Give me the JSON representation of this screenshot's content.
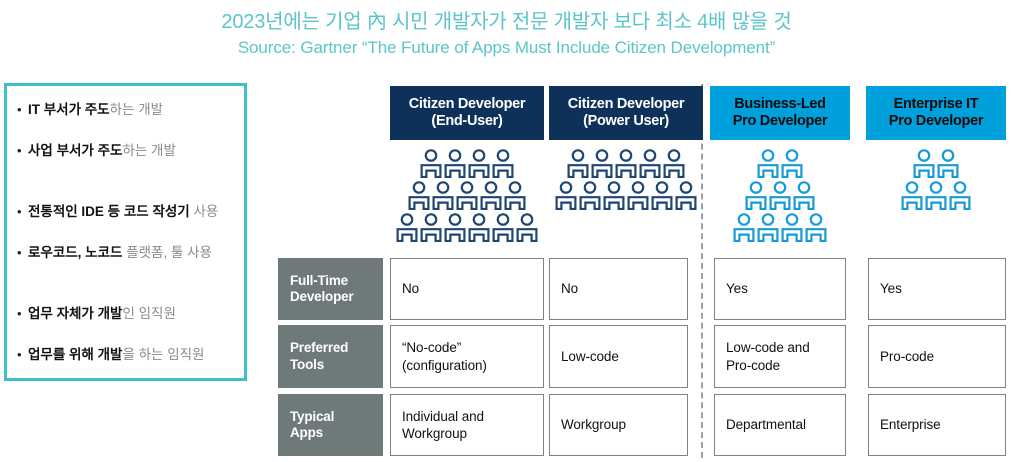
{
  "title": "2023년에는 기업 內 시민 개발자가 전문 개발자 보다 최소 4배 많을 것",
  "subtitle": "Source: Gartner “The Future of Apps Must Include Citizen Development”",
  "colors": {
    "title_teal": "#5BC5CB",
    "panel_border_teal": "#3EC0C4",
    "header_navy": "#0E3159",
    "header_blue": "#00A0DC",
    "row_label_gray": "#6E7A7A",
    "person_navy": "#1F4571",
    "person_blue": "#179BD7"
  },
  "left_panel": {
    "bullets": [
      {
        "strong": "IT 부서가 주도",
        "soft": "하는 개발"
      },
      {
        "strong": "사업 부서가 주도",
        "soft": "하는 개발"
      },
      {
        "strong": "전통적인 IDE 등 코드 작성기",
        "soft": " 사용"
      },
      {
        "strong": "로우코드, 노코드",
        "soft": " 플랫폼, 툴 사용"
      },
      {
        "strong": "업무 자체가 개발",
        "soft": "인 임직원"
      },
      {
        "strong": "업무를 위해 개발",
        "soft": "을 하는 임직원"
      }
    ]
  },
  "columns": [
    {
      "line1": "Citizen Developer",
      "line2": "(End-User)",
      "style": "navy",
      "people_rows": [
        4,
        5,
        6
      ],
      "people_total": 15,
      "person_color": "#1F4571"
    },
    {
      "line1": "Citizen Developer",
      "line2": "(Power User)",
      "style": "navy",
      "people_rows": [
        5,
        6
      ],
      "people_total": 11,
      "person_color": "#1F4571"
    },
    {
      "line1": "Business-Led",
      "line2": "Pro Developer",
      "style": "blue",
      "people_rows": [
        2,
        3,
        4
      ],
      "people_total": 9,
      "person_color": "#179BD7"
    },
    {
      "line1": "Enterprise IT",
      "line2": "Pro Developer",
      "style": "blue",
      "people_rows": [
        2,
        3
      ],
      "people_total": 5,
      "person_color": "#179BD7"
    }
  ],
  "rows": [
    {
      "label_line1": "Full-Time",
      "label_line2": "Developer",
      "cells": [
        "No",
        "No",
        "Yes",
        "Yes"
      ]
    },
    {
      "label_line1": "Preferred",
      "label_line2": "Tools",
      "cells": [
        "“No-code”\n(configuration)",
        "Low-code",
        "Low-code and\nPro-code",
        "Pro-code"
      ]
    },
    {
      "label_line1": "Typical",
      "label_line2": "Apps",
      "cells": [
        "Individual and\nWorkgroup",
        "Workgroup",
        "Departmental",
        "Enterprise"
      ]
    }
  ]
}
